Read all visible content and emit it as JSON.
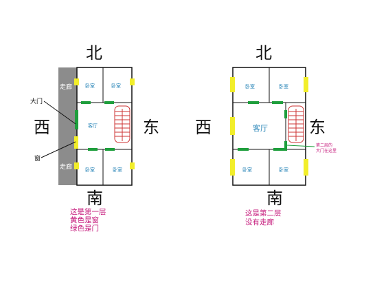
{
  "plan1": {
    "north": "北",
    "south": "南",
    "west": "西",
    "east": "东",
    "corridor_top": "走廊",
    "corridor_bottom": "走廊",
    "bedroom_tl": "卧室",
    "bedroom_tr": "卧室",
    "bedroom_bl": "卧室",
    "bedroom_br": "卧室",
    "living": "客厅",
    "main_door": "大门",
    "window_label": "窗",
    "caption": [
      "这是第一层",
      "黄色是窗",
      "绿色是门"
    ]
  },
  "plan2": {
    "north": "北",
    "south": "南",
    "west": "西",
    "east": "东",
    "bedroom_tl": "卧室",
    "bedroom_tr": "卧室",
    "bedroom_bl": "卧室",
    "bedroom_br": "卧室",
    "living": "客厅",
    "door_note": [
      "第二层的",
      "大门在这里"
    ],
    "caption": [
      "这是第二层",
      "没有走廊"
    ]
  },
  "colors": {
    "window": "#f2ee2a",
    "door": "#1e9e3c",
    "corridor": "#8c8c8c",
    "caption": "#c61c7d",
    "room_text": "#2a86b8",
    "stairs": "#cc3333"
  }
}
